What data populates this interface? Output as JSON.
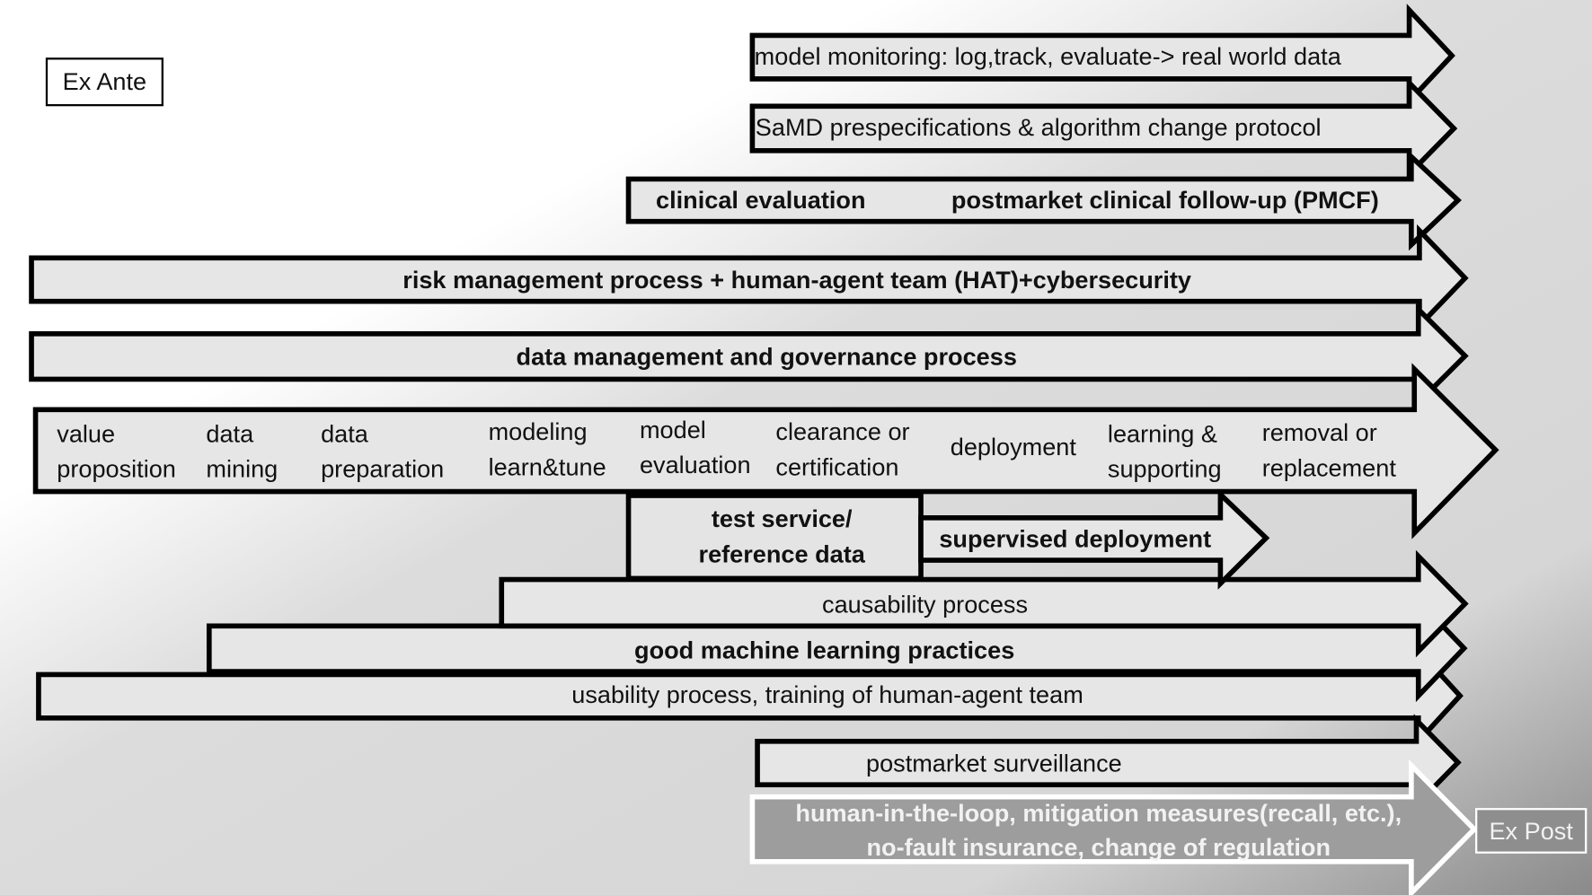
{
  "labels": {
    "ex_ante": "Ex Ante",
    "ex_post": "Ex Post"
  },
  "arrows": {
    "model_monitoring": "model monitoring: log,track, evaluate-> real world data",
    "samd": "SaMD prespecifications  & algorithm change protocol",
    "clinical_evaluation": "clinical evaluation",
    "pmcf": "postmarket clinical follow-up (PMCF)",
    "risk_management": "risk management process + human-agent team (HAT)+cybersecurity",
    "data_management": "data management and governance  process",
    "test_service_line1": "test service/",
    "test_service_line2": "reference data",
    "supervised_deployment": "supervised deployment",
    "causability": "causability  process",
    "gmlp": "good machine learning practices",
    "usability": "usability process, training of human-agent team",
    "postmarket_surveillance": "postmarket surveillance",
    "mitigation_line1": "human-in-the-loop, mitigation measures(recall, etc.),",
    "mitigation_line2": "no-fault insurance, change of regulation"
  },
  "phases": [
    {
      "line1": "value",
      "line2": "proposition"
    },
    {
      "line1": "data",
      "line2": "mining"
    },
    {
      "line1": "data",
      "line2": "preparation"
    },
    {
      "line1": "modeling",
      "line2": "learn&tune"
    },
    {
      "line1": "model",
      "line2": "evaluation"
    },
    {
      "line1": "clearance or",
      "line2": "certification"
    },
    {
      "line1": "deployment",
      "line2": ""
    },
    {
      "line1": "learning &",
      "line2": "supporting"
    },
    {
      "line1": "removal or",
      "line2": "replacement"
    }
  ],
  "colors": {
    "arrow_fill": "#e6e6e6",
    "outline": "#000000",
    "mitigation_fill": "#9d9d9d",
    "mitigation_outline": "#ffffff"
  }
}
